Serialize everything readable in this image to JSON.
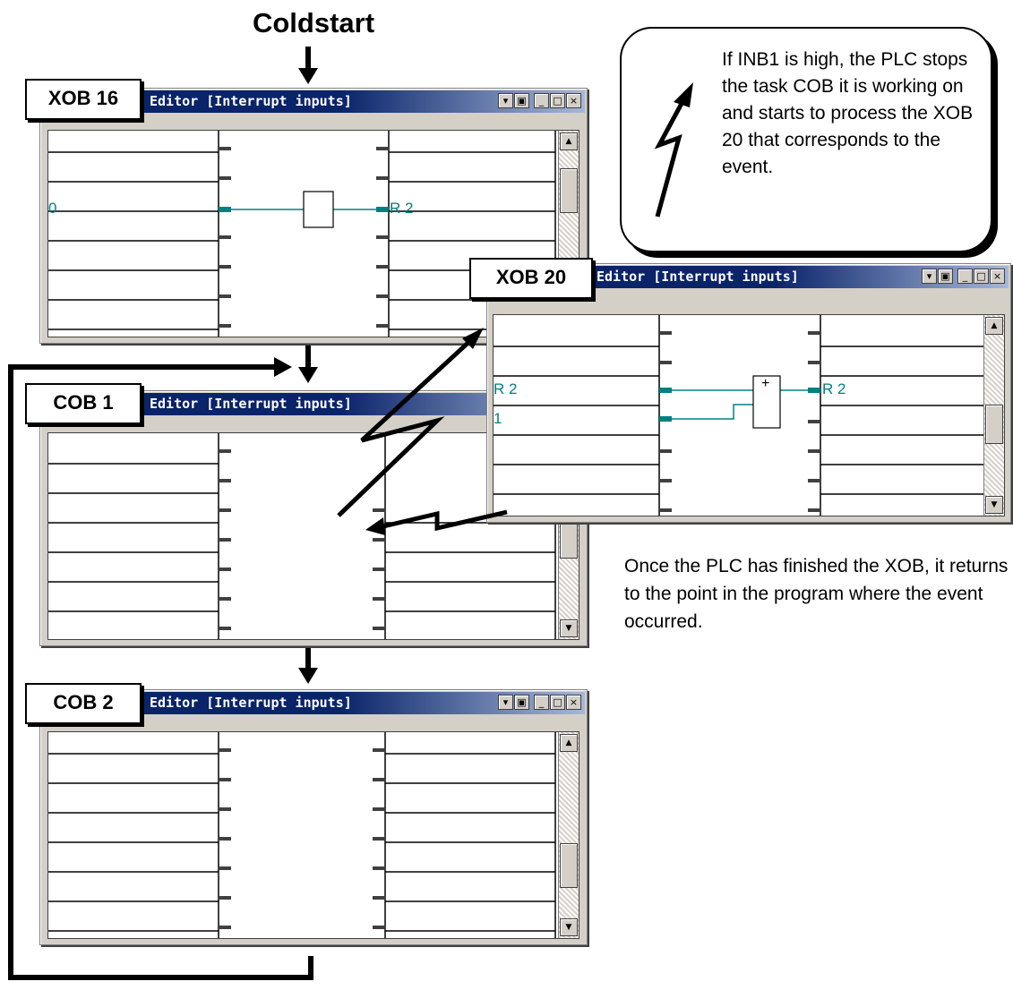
{
  "title": "Coldstart",
  "window_title": "Editor [Interrupt inputs]",
  "window_buttons": [
    "▾",
    "▣",
    "_",
    "□",
    "×"
  ],
  "blocks": {
    "xob16": {
      "label": "XOB 16",
      "left_value": "0",
      "right_value": "R 2",
      "op": ""
    },
    "xob20": {
      "label": "XOB 20",
      "left_value_1": "R 2",
      "left_value_2": "1",
      "right_value": "R 2",
      "op": "+"
    },
    "cob1": {
      "label": "COB 1"
    },
    "cob2": {
      "label": "COB 2"
    }
  },
  "callout": {
    "text": "If  INB1 is high, the PLC stops the task COB it is working on and starts to process the XOB 20 that corresponds to the event."
  },
  "note": {
    "text": "Once the PLC has finished the XOB, it returns to the point in the program where the event occurred."
  },
  "colors": {
    "titlebar": "#0a246a",
    "wire": "#008080",
    "frame": "#d4d0c8"
  },
  "icons": [
    "arrow-down-icon",
    "lightning-arrow-icon",
    "loop-arrow-icon",
    "scroll-up-icon",
    "scroll-down-icon"
  ]
}
